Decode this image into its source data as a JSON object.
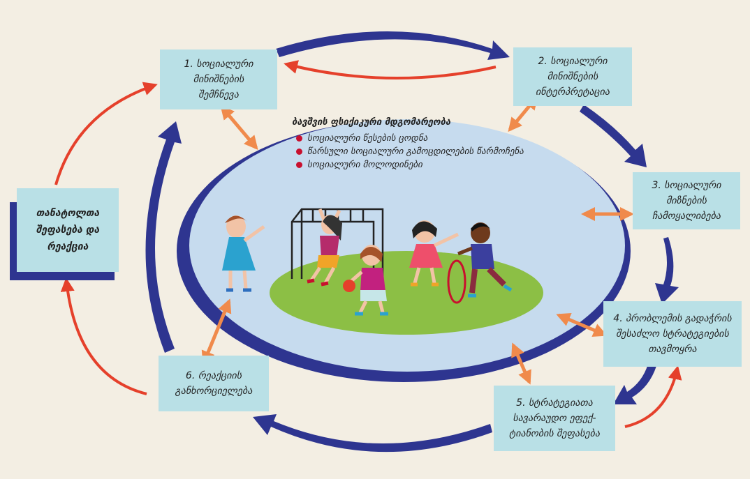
{
  "colors": {
    "background": "#f3eee3",
    "box_fill": "#b9e0e6",
    "cycle_arrow": "#2e3590",
    "feedback_arrow": "#e5402b",
    "link_arrow": "#f08a4b",
    "ellipse_fill": "#c6dbee",
    "field_green": "#8cbf45"
  },
  "icons": [
    "bullet-dot-icon",
    "cycle-arrow-icon",
    "feedback-arrow-icon",
    "double-arrow-icon"
  ],
  "boxes": {
    "step1": [
      "1. სოციალური",
      "მინიშნების",
      "შემჩნევა"
    ],
    "step2": [
      "2. სოციალური",
      "მინიშნების",
      "ინტერპრეტაცია"
    ],
    "step3": [
      "3. სოციალური",
      "მიზნების",
      "ჩამოყალიბება"
    ],
    "step4": [
      "4. პრობლემის გადაჭრის",
      "შესაძლო სტრატეგიების",
      "თავმოყრა"
    ],
    "step5": [
      "5. სტრატეგიათა",
      "სავარაუდო ეფექ-",
      "ტიანობის შეფასება"
    ],
    "step6": [
      "6. რეაქციის",
      "განხორციელება"
    ],
    "peer": [
      "თანატოლთა",
      "შეფასება და",
      "რეაქცია"
    ]
  },
  "state": {
    "title": "ბავშვის ფსიქიკური მდგომარეობა",
    "items": [
      "სოციალური წესების ცოდნა",
      "წარსული სოციალური გამოცდილების წარმოჩენა",
      "სოციალური მოლოდინები"
    ]
  }
}
